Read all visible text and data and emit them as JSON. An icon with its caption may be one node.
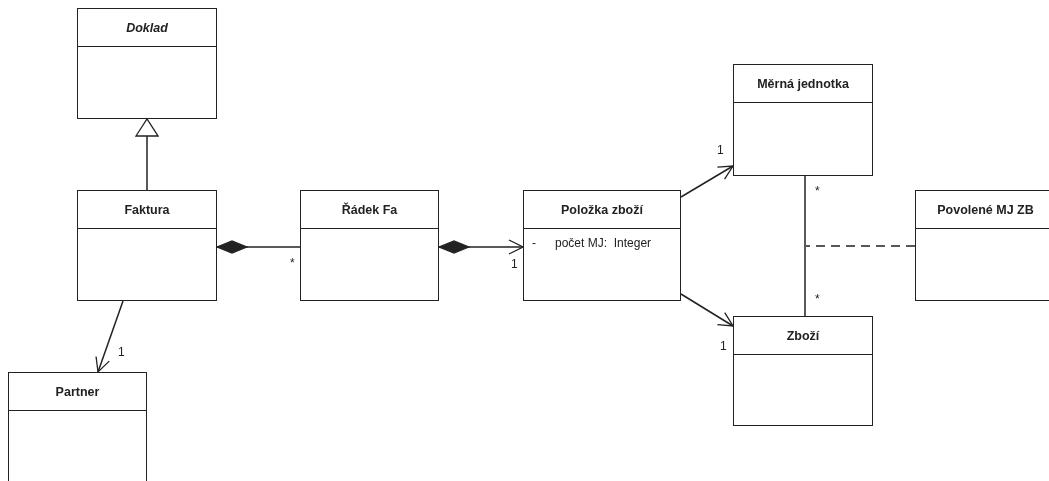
{
  "diagram": {
    "nodes": [
      {
        "text": [
          "Doklad"
        ]
      },
      {
        "text": [
          "Faktura"
        ]
      },
      {
        "text": [
          "Řádek Fa"
        ]
      },
      {
        "text": [
          "Položka zboží",
          "-",
          "počet MJ:  Integer"
        ]
      },
      {
        "text": [
          "Měrná jednotka"
        ]
      },
      {
        "text": [
          "Povolené MJ ZB"
        ]
      },
      {
        "text": [
          "Zboží"
        ]
      },
      {
        "text": [
          "Partner"
        ]
      }
    ],
    "edges": [
      {
        "from": 1,
        "to": 0,
        "arrow": "to"
      },
      {
        "from": 2,
        "to": 1,
        "arrow": "other"
      },
      {
        "from": 2,
        "to": 3,
        "arrow": "to"
      },
      {
        "from": 3,
        "to": 4,
        "arrow": "to"
      },
      {
        "from": 3,
        "to": 6,
        "arrow": "to"
      },
      {
        "from": 4,
        "to": 6,
        "arrow": "none"
      },
      {
        "from": 5,
        "to": null,
        "arrow": "none",
        "style": "dashed"
      },
      {
        "from": 1,
        "to": 7,
        "arrow": "to"
      }
    ],
    "labels": [
      "1",
      "*",
      "*",
      "1",
      "*",
      "1",
      "1"
    ]
  }
}
